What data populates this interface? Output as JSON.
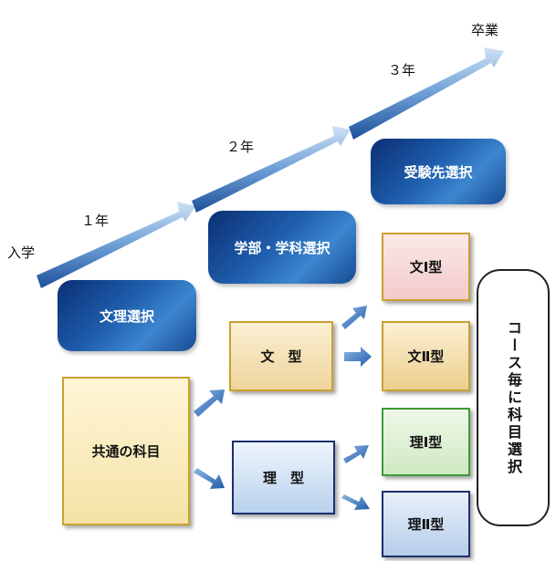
{
  "labels": {
    "graduation": "卒業",
    "year3": "３年",
    "year2": "２年",
    "year1": "１年",
    "enrollment": "入学"
  },
  "stages": {
    "exam_choice": "受験先選択",
    "faculty_choice": "学部・学科選択",
    "track_choice": "文理選択"
  },
  "boxes": {
    "common": "共通の科目",
    "humanities": "文　型",
    "science": "理　型",
    "bun1": "文Ⅰ型",
    "bun2": "文Ⅱ型",
    "ri1": "理Ⅰ型",
    "ri2": "理Ⅱ型"
  },
  "course_note": "コース毎に科目選択",
  "colors": {
    "pill_dark": "#0b2f73",
    "pill_light": "#3d86cf",
    "gold_border": "#c9a032",
    "green_border": "#3f9a3a",
    "navy_border": "#1e2f6e",
    "arrow_blue": "#2f6fb7"
  }
}
